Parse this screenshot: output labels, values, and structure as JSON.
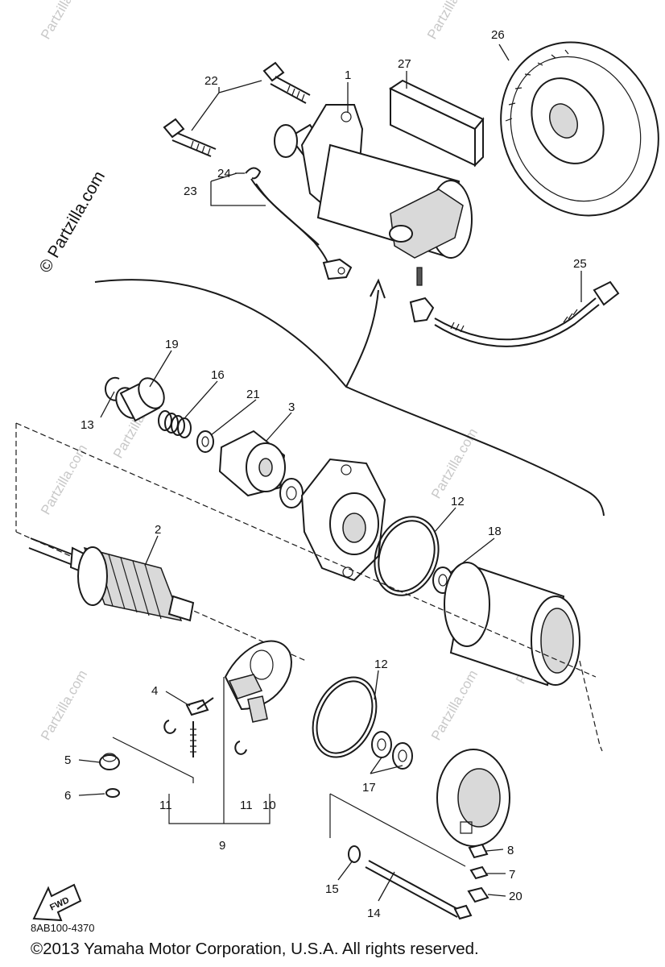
{
  "watermark": "Partzilla.com",
  "side_watermark": "© Partzilla.com",
  "reference_code": "8AB100-4370",
  "fwd_label": "FWD",
  "copyright": "©2013  Yamaha Motor Corporation, U.S.A. All rights reserved.",
  "callouts": [
    {
      "id": "1",
      "label": "1"
    },
    {
      "id": "2",
      "label": "2"
    },
    {
      "id": "3",
      "label": "3"
    },
    {
      "id": "4",
      "label": "4"
    },
    {
      "id": "5",
      "label": "5"
    },
    {
      "id": "6",
      "label": "6"
    },
    {
      "id": "7",
      "label": "7"
    },
    {
      "id": "8",
      "label": "8"
    },
    {
      "id": "9",
      "label": "9"
    },
    {
      "id": "10",
      "label": "10"
    },
    {
      "id": "11a",
      "label": "11"
    },
    {
      "id": "11b",
      "label": "11"
    },
    {
      "id": "12a",
      "label": "12"
    },
    {
      "id": "12b",
      "label": "12"
    },
    {
      "id": "13",
      "label": "13"
    },
    {
      "id": "14",
      "label": "14"
    },
    {
      "id": "15",
      "label": "15"
    },
    {
      "id": "16",
      "label": "16"
    },
    {
      "id": "17",
      "label": "17"
    },
    {
      "id": "18",
      "label": "18"
    },
    {
      "id": "19",
      "label": "19"
    },
    {
      "id": "20",
      "label": "20"
    },
    {
      "id": "21",
      "label": "21"
    },
    {
      "id": "22",
      "label": "22"
    },
    {
      "id": "23",
      "label": "23"
    },
    {
      "id": "24",
      "label": "24"
    },
    {
      "id": "25",
      "label": "25"
    },
    {
      "id": "26",
      "label": "26"
    },
    {
      "id": "27",
      "label": "27"
    }
  ]
}
